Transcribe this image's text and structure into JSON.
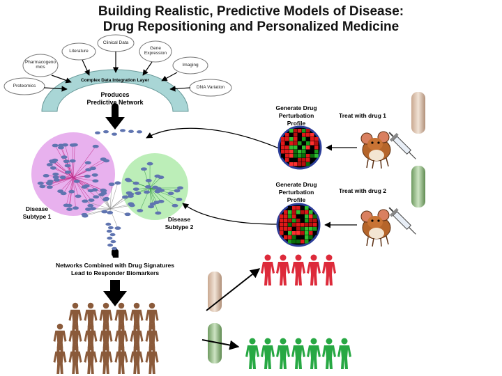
{
  "title": {
    "line1": "Building Realistic, Predictive Models of Disease:",
    "line2": "Drug Repositioning and Personalized Medicine"
  },
  "data_sources": {
    "proteomics": "Proteomics",
    "pharmacogenomics": "Pharmacogeno mics",
    "literature": "Literature",
    "clinical_data": "Clinical Data",
    "gene_expression": "Gene Expression",
    "imaging": "Imaging",
    "dna_variation": "DNA Variation"
  },
  "integration_layer": "Complex Data Integration Layer",
  "produces": "Produces",
  "predictive_network": "Predictive Network",
  "perturbation": {
    "line1": "Generate Drug",
    "line2": "Perturbation",
    "line3": "Profile"
  },
  "treat_drug_1": "Treat with drug 1",
  "treat_drug_2": "Treat with drug 2",
  "subtype1": {
    "line1": "Disease",
    "line2": "Subtype 1"
  },
  "subtype2": {
    "line1": "Disease",
    "line2": "Subtype 2"
  },
  "networks_combined": {
    "line1": "Networks Combined with Drug Signatures",
    "line2": "Lead to Responder Biomarkers"
  },
  "colors": {
    "arc": "#a9d6d6",
    "subtype1_cloud": "#e6a8ec",
    "subtype2_cloud": "#b5ecb0",
    "node": "#5f74b0",
    "population": "#8a5a3a",
    "responders_red": "#dd2a3a",
    "responders_green": "#27a843"
  }
}
